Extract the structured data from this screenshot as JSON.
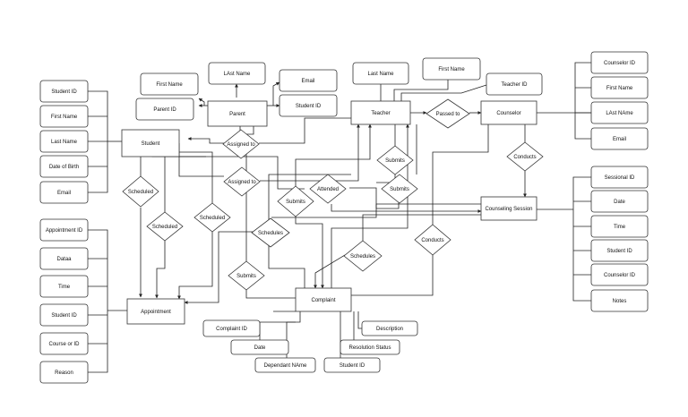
{
  "entities": {
    "student": "Student",
    "parent": "Parent",
    "teacher": "Teacher",
    "counselor": "Counselor",
    "counseling_session": "Counseling Session",
    "appointment": "Appointment",
    "complaint": "Complaint"
  },
  "attributes": {
    "student": [
      "Student ID",
      "First Name",
      "Last Name",
      "Date of Birth",
      "Email"
    ],
    "parent": [
      "First Name",
      "Parent ID",
      "LAst Name",
      "Email",
      "Student ID"
    ],
    "teacher": [
      "Last Name",
      "First Name",
      "Teacher ID"
    ],
    "counselor": [
      "Counselor ID",
      "First Name",
      "LAst NAme",
      "Email"
    ],
    "counseling_session": [
      "Sessional ID",
      "Date",
      "Time",
      "Student ID",
      "Counselor ID",
      "Notes"
    ],
    "appointment": [
      "Appointment ID",
      "Dataa",
      "Time",
      "Student ID",
      "Course or ID",
      "Reason"
    ],
    "complaint": [
      "Complaint ID",
      "Date",
      "Dependant NAme",
      "Description",
      "Resolution Status",
      "Student ID"
    ]
  },
  "relationships": {
    "assigned_to_1": "Assigned to",
    "assigned_to_2": "Assigned to",
    "passed_to": "Passed to",
    "conducts_1": "Conducts",
    "conducts_2": "Conducts",
    "scheduled_1": "Scheduled",
    "scheduled_2": "Scheduled",
    "scheduled_3": "Scheduled",
    "schedules_1": "Schedules",
    "schedules_2": "Schedules",
    "submits_1": "Submits",
    "submits_2": "Submits",
    "submits_3": "Submits",
    "submits_4": "Submits",
    "attended": "Attended"
  }
}
